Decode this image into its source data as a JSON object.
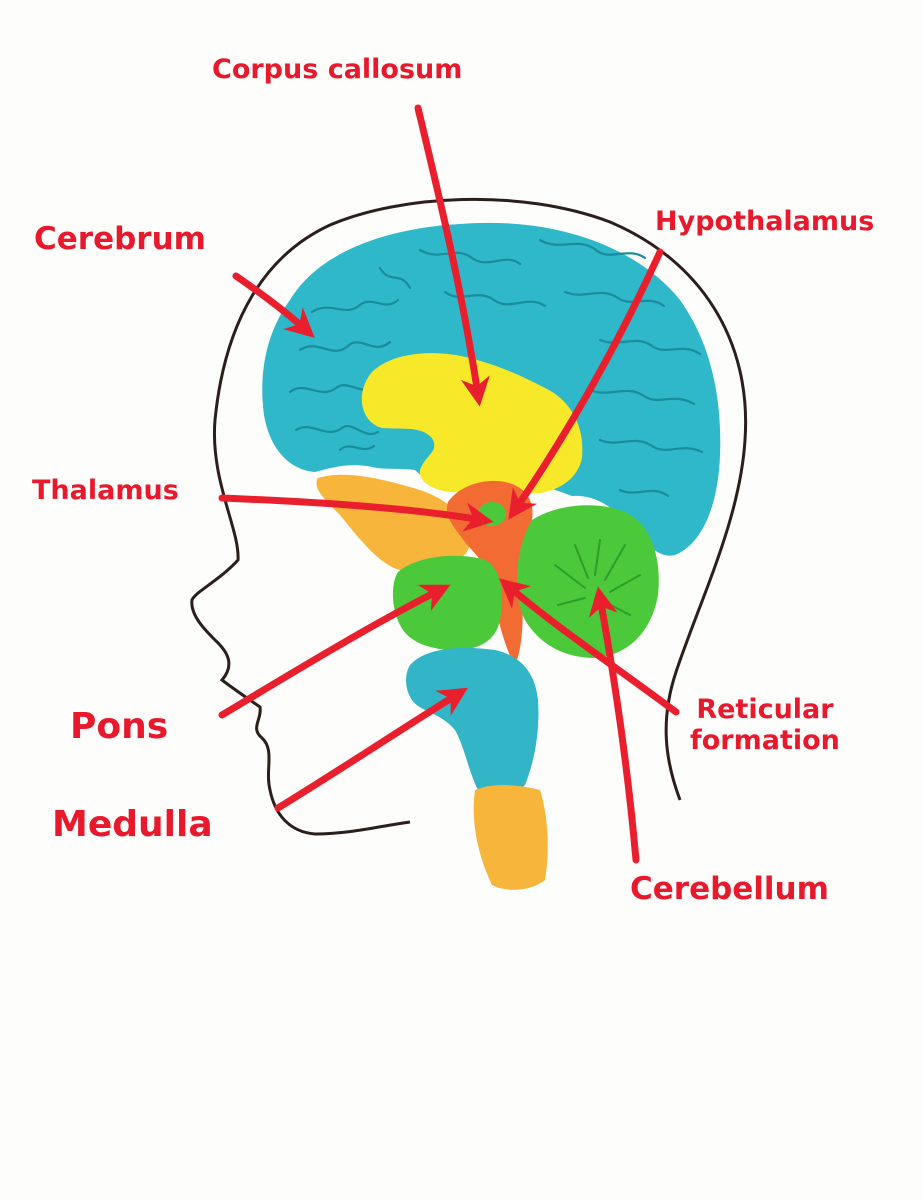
{
  "labels": {
    "corpus_callosum": "Corpus callosum",
    "cerebrum": "Cerebrum",
    "hypothalamus": "Hypothalamus",
    "thalamus": "Thalamus",
    "pons": "Pons",
    "medulla": "Medulla",
    "reticular_line1": "Reticular",
    "reticular_line2": "formation",
    "cerebellum": "Cerebellum"
  },
  "colors": {
    "label_red": "#e8192c",
    "arrow_red": "#ea1f2e",
    "outline": "#2a1f1d",
    "cerebrum_blue": "#2fb8c9",
    "cerebrum_groove": "#1a8c9b",
    "corpus_yellow": "#f7e92a",
    "orange_clay": "#f7b53c",
    "thalamus_orange": "#f26b33",
    "pons_green": "#4cc93a",
    "medulla_blue": "#33b5c8",
    "background": "#fdfdfb"
  }
}
